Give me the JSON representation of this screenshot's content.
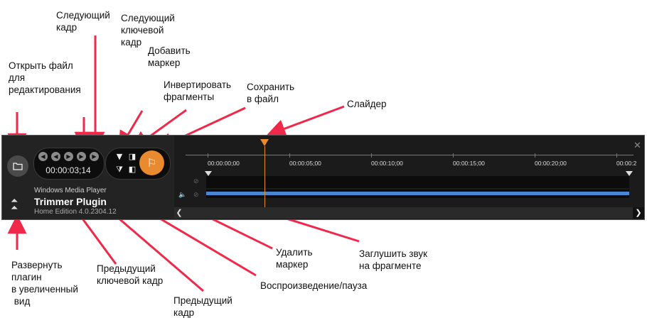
{
  "annotations": {
    "next_frame": "Следующий\nкадр",
    "next_keyframe": "Следующий\nключевой\nкадр",
    "add_marker": "Добавить\nмаркер",
    "open_file": "Открыть файл\nдля\nредактирования",
    "invert_fragments": "Инвертировать\nфрагменты",
    "save_to_file": "Сохранить\nв файл",
    "slider": "Слайдер",
    "expand_plugin": "Развернуть\nплагин\nв увеличенный\n вид",
    "prev_keyframe": "Предыдущий\nключевой кадр",
    "prev_frame": "Предыдущий\nкадр",
    "delete_marker": "Удалить\nмаркер",
    "play_pause": "Воспроизведение/пауза",
    "mute_fragment": "Заглушить звук\nна фрагменте"
  },
  "player": {
    "timecode": "00:00:03;14",
    "app_small": "Windows Media Player",
    "app_title": "Trimmer Plugin",
    "edition": "Home Edition 4.0.2304.12",
    "accent": "#e98a2f",
    "track_color": "#4a86d6",
    "ruler_labels": [
      "00:00:00;00",
      "00:00:05;00",
      "00:00:10;00",
      "00:00:15;00",
      "00:00:20;00",
      "00:00:2"
    ],
    "icons": {
      "open": "folder-icon",
      "prev_keyframe": "prev-keyframe-icon",
      "prev_frame": "prev-frame-icon",
      "play": "play-icon",
      "next_frame": "next-frame-icon",
      "next_keyframe": "next-keyframe-icon",
      "add_marker": "add-marker-icon",
      "invert": "invert-icon",
      "delete_marker": "delete-marker-icon",
      "mute": "mute-fragment-icon",
      "save": "save-flag-icon",
      "expand": "expand-icon",
      "close": "close-icon"
    }
  }
}
